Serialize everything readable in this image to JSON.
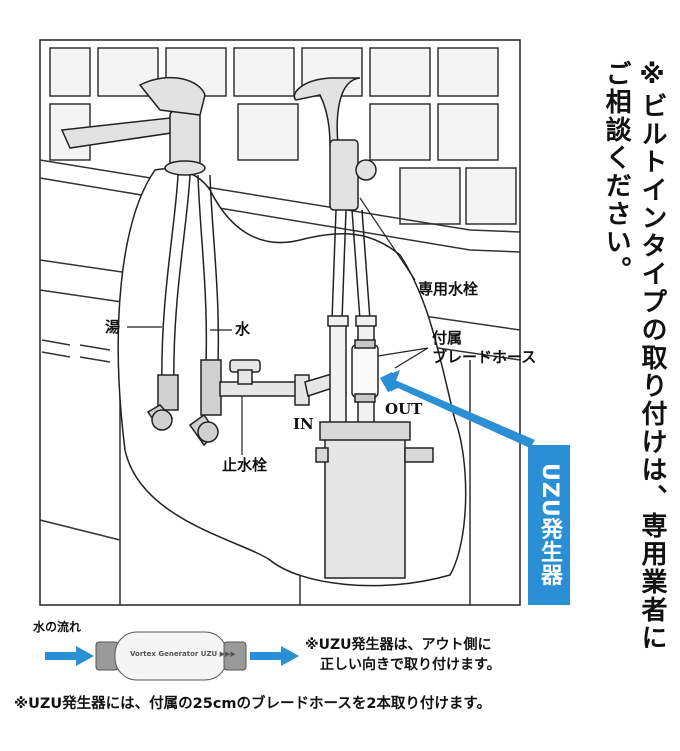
{
  "vertical_note": {
    "line1": "※ビルトインタイプの取り付けは、専用業者に",
    "line2": "ご相談ください。"
  },
  "labels": {
    "hot": "湯",
    "cold": "水",
    "stop_valve": "止水栓",
    "dedicated_faucet": "専用水栓",
    "braided_hose_1": "付属",
    "braided_hose_2": "ブレードホース",
    "in": "IN",
    "out": "OUT",
    "uzu_generator": "UZU発生器"
  },
  "flow_section": {
    "title": "水の流れ",
    "device_print": "Vortex Generator UZU ▶▶▶",
    "note_line1": "※UZU発生器は、アウト側に",
    "note_line2": "正しい向きで取り付けます。"
  },
  "footer_note": "※UZU発生器には、付属の25cmのブレードホースを2本取り付けます。",
  "colors": {
    "accent": "#2a8fd5",
    "pipe": "#d8d8d8",
    "tile": "#f2f2f2",
    "line": "#222222"
  }
}
